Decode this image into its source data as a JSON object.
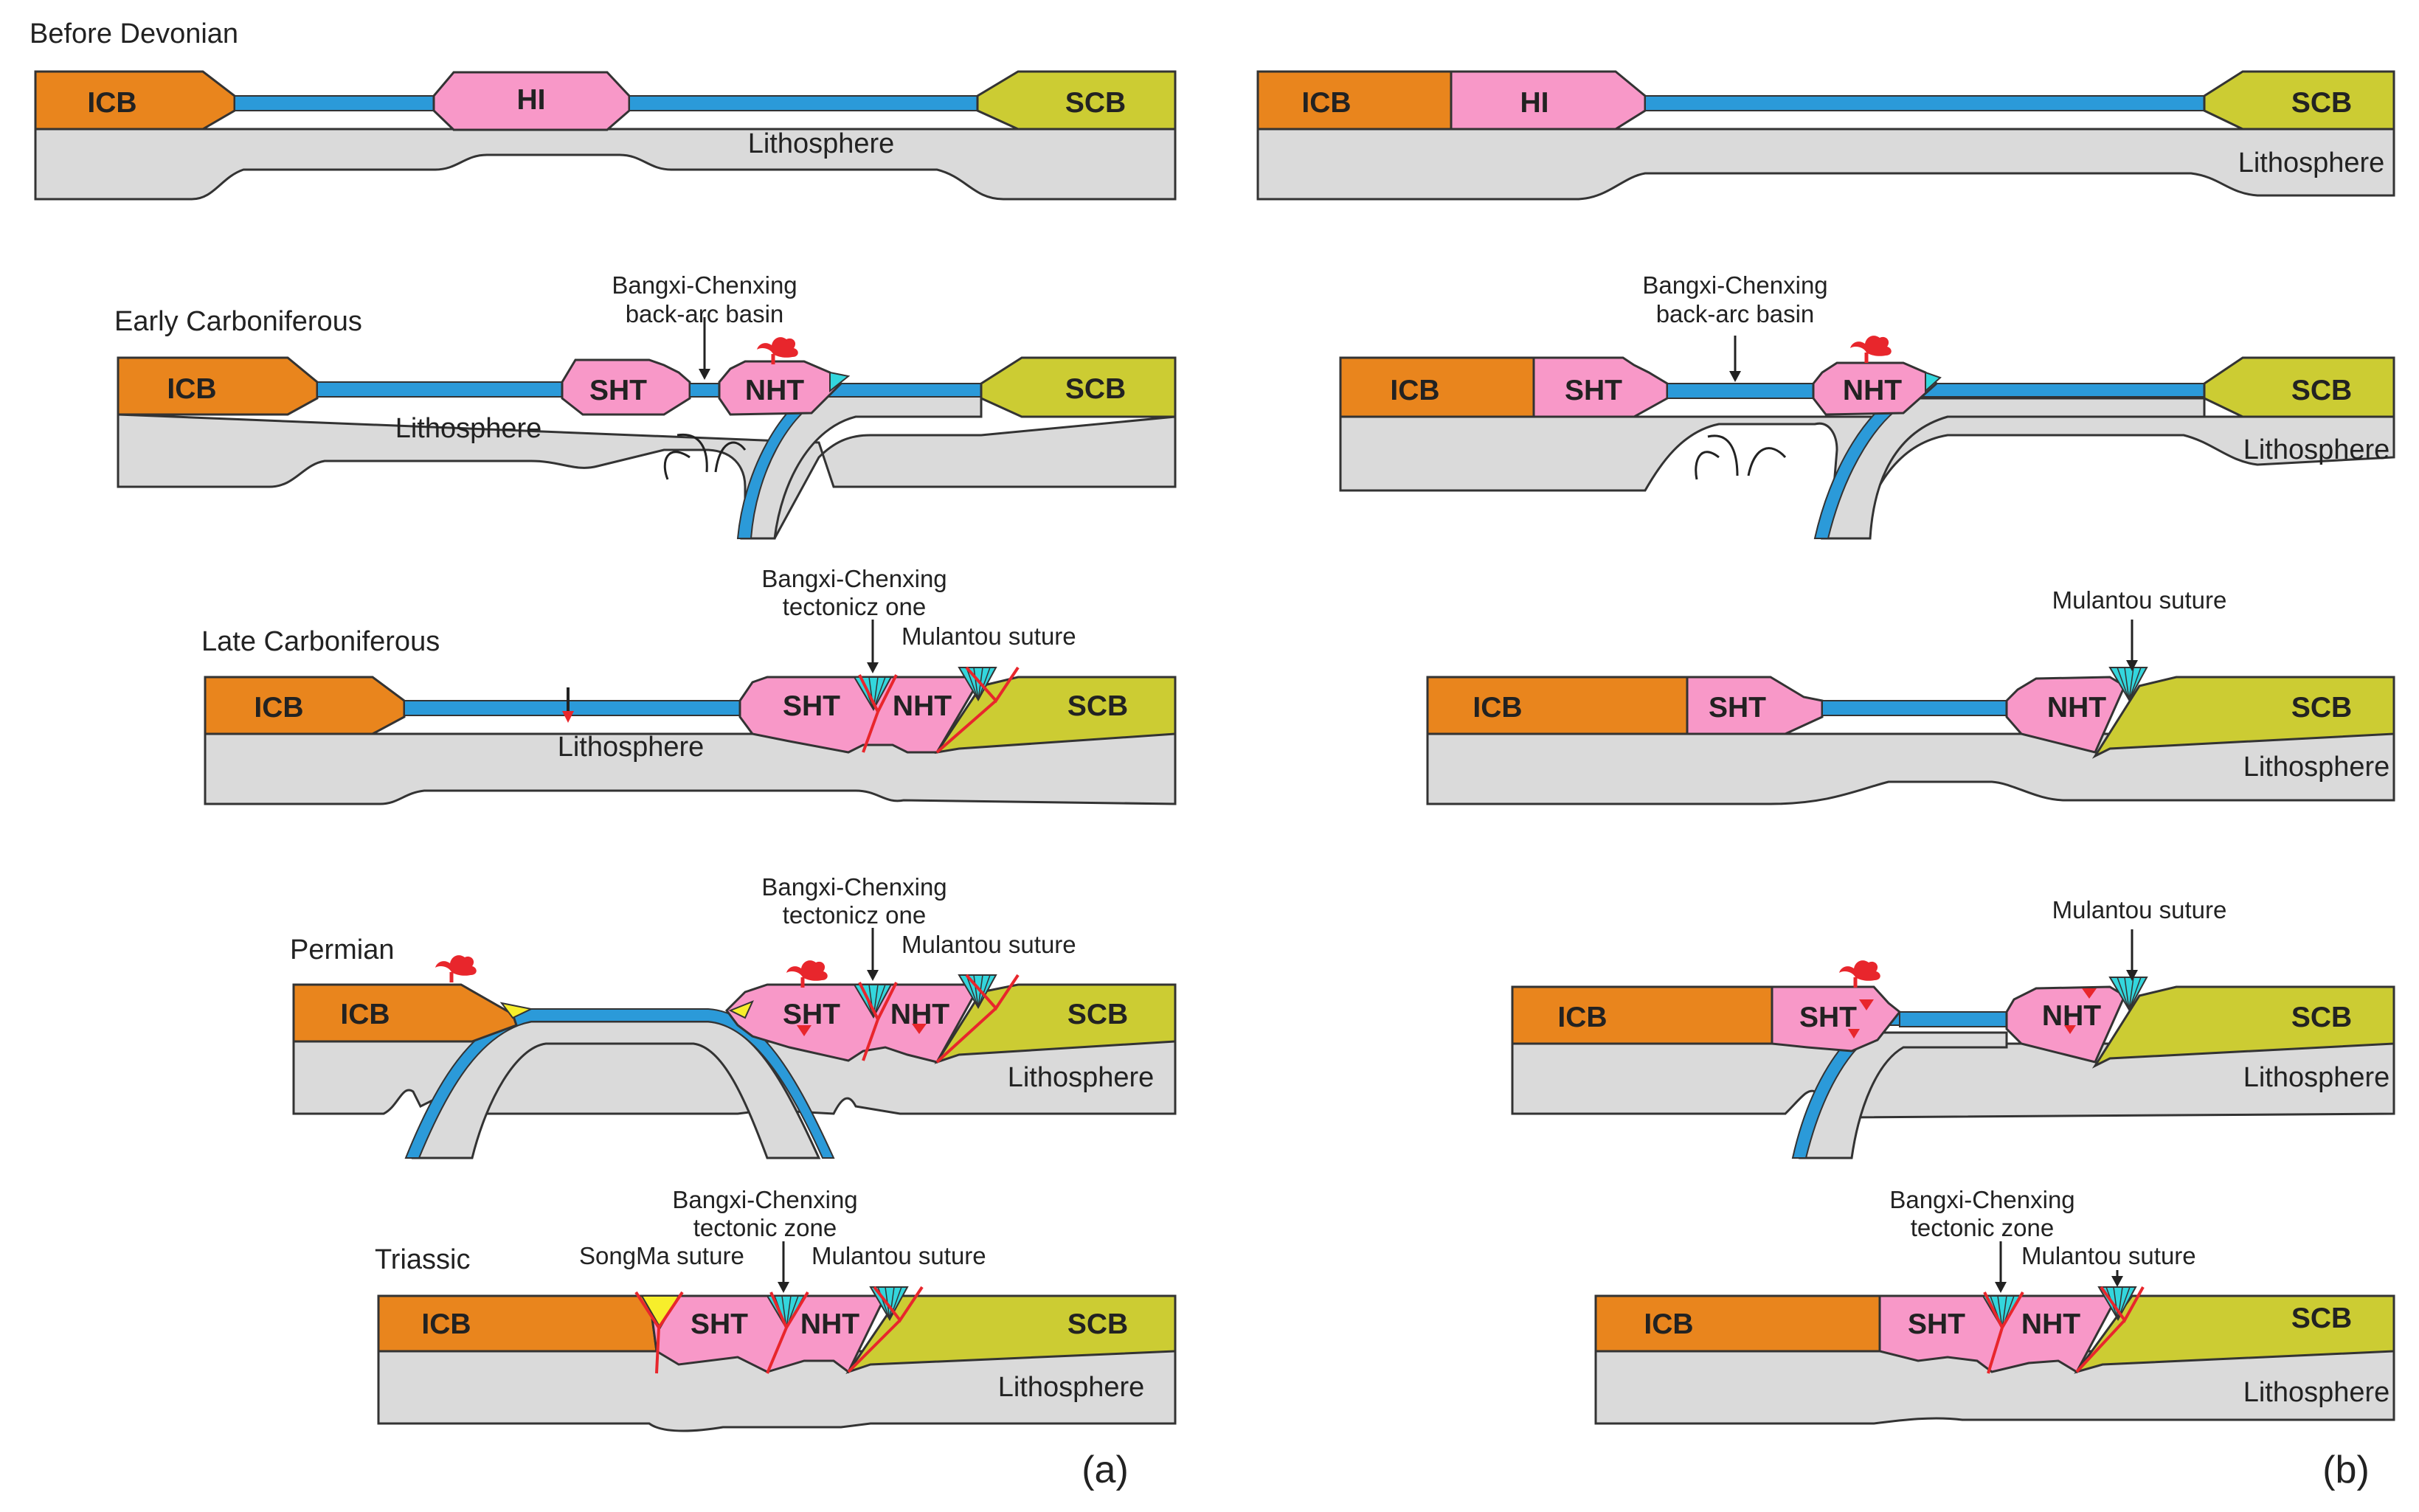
{
  "colors": {
    "icb": "#e9851d",
    "hi": "#f898c8",
    "scb": "#cccc33",
    "ocean": "#2b9ad9",
    "lithosphere": "#dadada",
    "suture_fill": "#33d6dd",
    "songma_fill": "#f7ee2b",
    "fault": "#e8262c",
    "volcano": "#e8262c"
  },
  "periods": {
    "before_devonian": "Before Devonian",
    "early_carboniferous": "Early Carboniferous",
    "late_carboniferous": "Late Carboniferous",
    "permian": "Permian",
    "triassic": "Triassic"
  },
  "blocks": {
    "icb": "ICB",
    "hi": "HI",
    "scb": "SCB",
    "sht": "SHT",
    "nht": "NHT"
  },
  "labels": {
    "lithosphere": "Lithosphere",
    "bangxi_chenxing": "Bangxi-Chenxing",
    "back_arc_basin": "back-arc basin",
    "tectonic_zone": "tectonic zone",
    "tectonic_zone_spaced": "tectonicz one",
    "mulantou_suture": "Mulantou suture",
    "songma_suture": "SongMa suture"
  },
  "panels": {
    "a": "(a)",
    "b": "(b)"
  }
}
